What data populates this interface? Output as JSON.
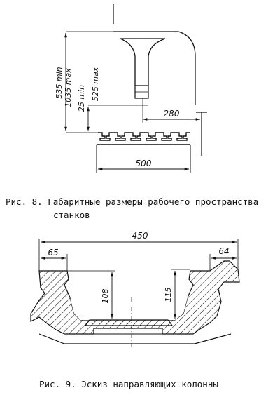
{
  "figure8": {
    "caption_line1": "Рис. 8. Габаритные размеры рабочего пространства",
    "caption_line2": "станков",
    "dims": {
      "d535": "535 min",
      "d1035": "1035 max",
      "d25": "25 min",
      "d525": "525 max",
      "d280": "280",
      "d500": "500"
    }
  },
  "figure9": {
    "caption": "Рис. 9. Эскиз направляющих колонны",
    "dims": {
      "d450": "450",
      "d65": "65",
      "d64": "64",
      "d108": "108",
      "d115": "115"
    }
  }
}
